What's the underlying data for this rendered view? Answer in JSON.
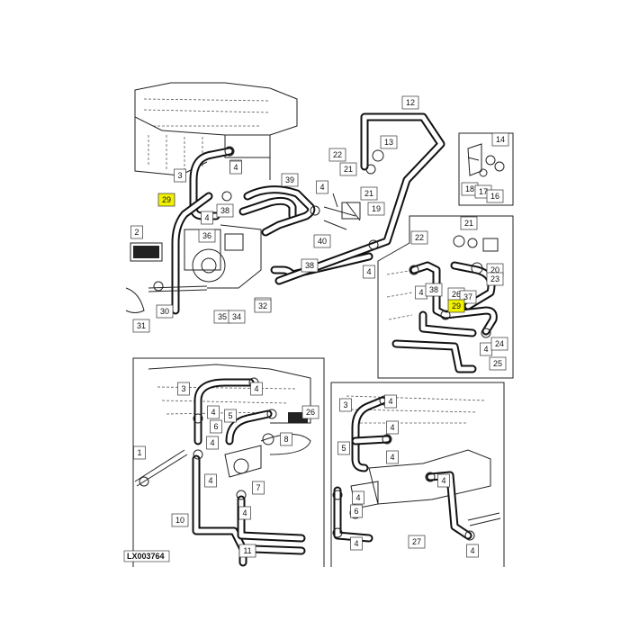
{
  "drawing_ref": "LX003764",
  "callouts": {
    "top_main": [
      "3",
      "4",
      "29",
      "38",
      "36",
      "2",
      "30",
      "31",
      "35",
      "34",
      "33",
      "32",
      "39",
      "4",
      "40",
      "22",
      "21",
      "21",
      "19",
      "4",
      "4",
      "38",
      "4",
      "12",
      "13"
    ],
    "top_inset": [
      "14",
      "18",
      "17",
      "16"
    ],
    "right_inset": [
      "21",
      "22",
      "20",
      "23",
      "4",
      "38",
      "26",
      "37",
      "29",
      "4",
      "24",
      "25"
    ],
    "bottom_left": [
      "3",
      "4",
      "4",
      "5",
      "6",
      "4",
      "26",
      "8",
      "1",
      "4",
      "7",
      "4",
      "10",
      "11"
    ],
    "bottom_right": [
      "3",
      "4",
      "4",
      "5",
      "4",
      "4",
      "4",
      "6",
      "27",
      "4",
      "4"
    ]
  },
  "highlight_color": "#f2f200",
  "highlighted_part": "29"
}
